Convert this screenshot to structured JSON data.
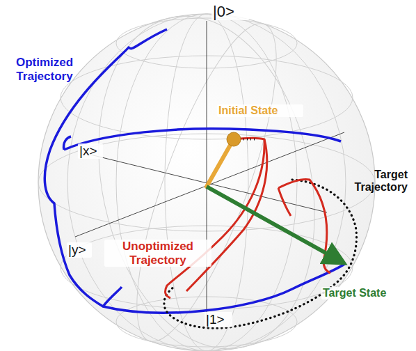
{
  "diagram": {
    "labels": [
      "|0>",
      "Optimized Trajectory",
      "Initial State",
      "|x>",
      "Target Trajectory",
      "|y>",
      "Unoptimized Trajectory",
      "Target State",
      "|1>"
    ]
  }
}
